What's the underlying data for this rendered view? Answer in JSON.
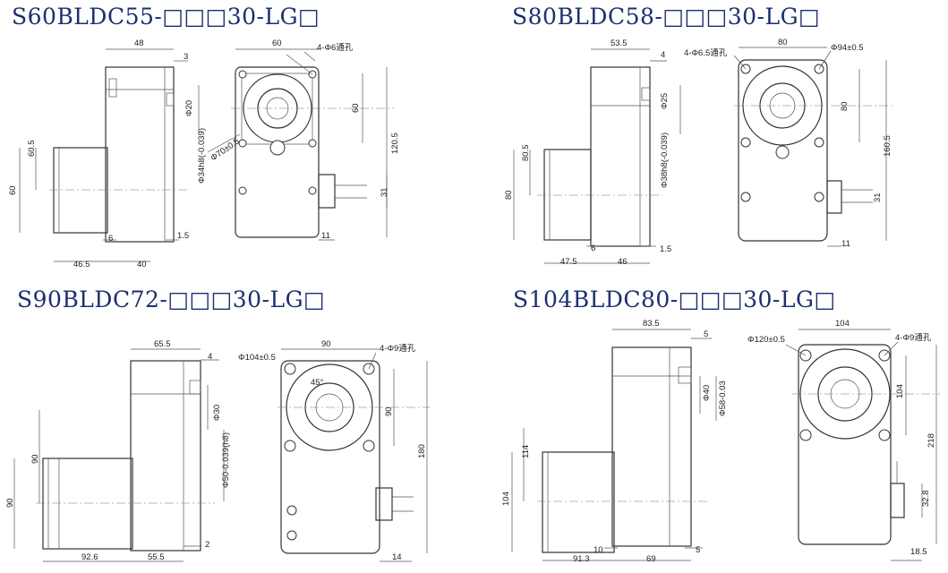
{
  "titles": {
    "s60": "S60BLDC55-□□□30-LG□",
    "s80": "S80BLDC58-□□□30-LG□",
    "s90": "S90BLDC72-□□□30-LG□",
    "s104": "S104BLDC80-□□□30-LG□"
  },
  "dims": {
    "s60": {
      "w48": "48",
      "w3": "3",
      "w60": "60",
      "holes": "4-Φ6通孔",
      "d20": "Φ20",
      "d34": "Φ34h8(-0.039)",
      "h60_5": "60.5",
      "h60": "60",
      "h60v": "60",
      "d70": "Φ70±0.5",
      "h120_5": "120.5",
      "h31": "31",
      "w6": "6",
      "w1_5": "1.5",
      "w11": "11",
      "w46_5": "46.5",
      "w40": "40"
    },
    "s80": {
      "w53_5": "53.5",
      "w4": "4",
      "w80": "80",
      "holes": "4-Φ6.5通孔",
      "d94": "Φ94±0.5",
      "d25": "Φ25",
      "d38": "Φ38h8(-0.039)",
      "h80_5": "80.5",
      "h80": "80",
      "h80v": "80",
      "h160_5": "160.5",
      "h31": "31",
      "w6": "6",
      "w1_5": "1.5",
      "w11": "11",
      "w47_5": "47.5",
      "w46": "46"
    },
    "s90": {
      "w65_5": "65.5",
      "w4": "4",
      "w90": "90",
      "holes": "4-Φ9通孔",
      "d104": "Φ104±0.5",
      "d30": "Φ30",
      "d50": "Φ50-0.039(h8)",
      "h90a": "90",
      "h90b": "90",
      "h90v": "90",
      "angle": "45°",
      "h180": "180",
      "w2": "2",
      "w92_6": "92.6",
      "w55_5": "55.5",
      "w14": "14"
    },
    "s104": {
      "w83_5": "83.5",
      "w5": "5",
      "w104": "104",
      "holes": "4-Φ9通孔",
      "d120": "Φ120±0.5",
      "d40": "Φ40",
      "d58": "Φ58-0.03",
      "h114": "114",
      "h104": "104",
      "h104v": "104",
      "h218": "218",
      "h32_8": "32.8",
      "w10": "10",
      "w5b": "5",
      "w91_3": "91.3",
      "w69": "69",
      "w18_5": "18.5"
    }
  }
}
